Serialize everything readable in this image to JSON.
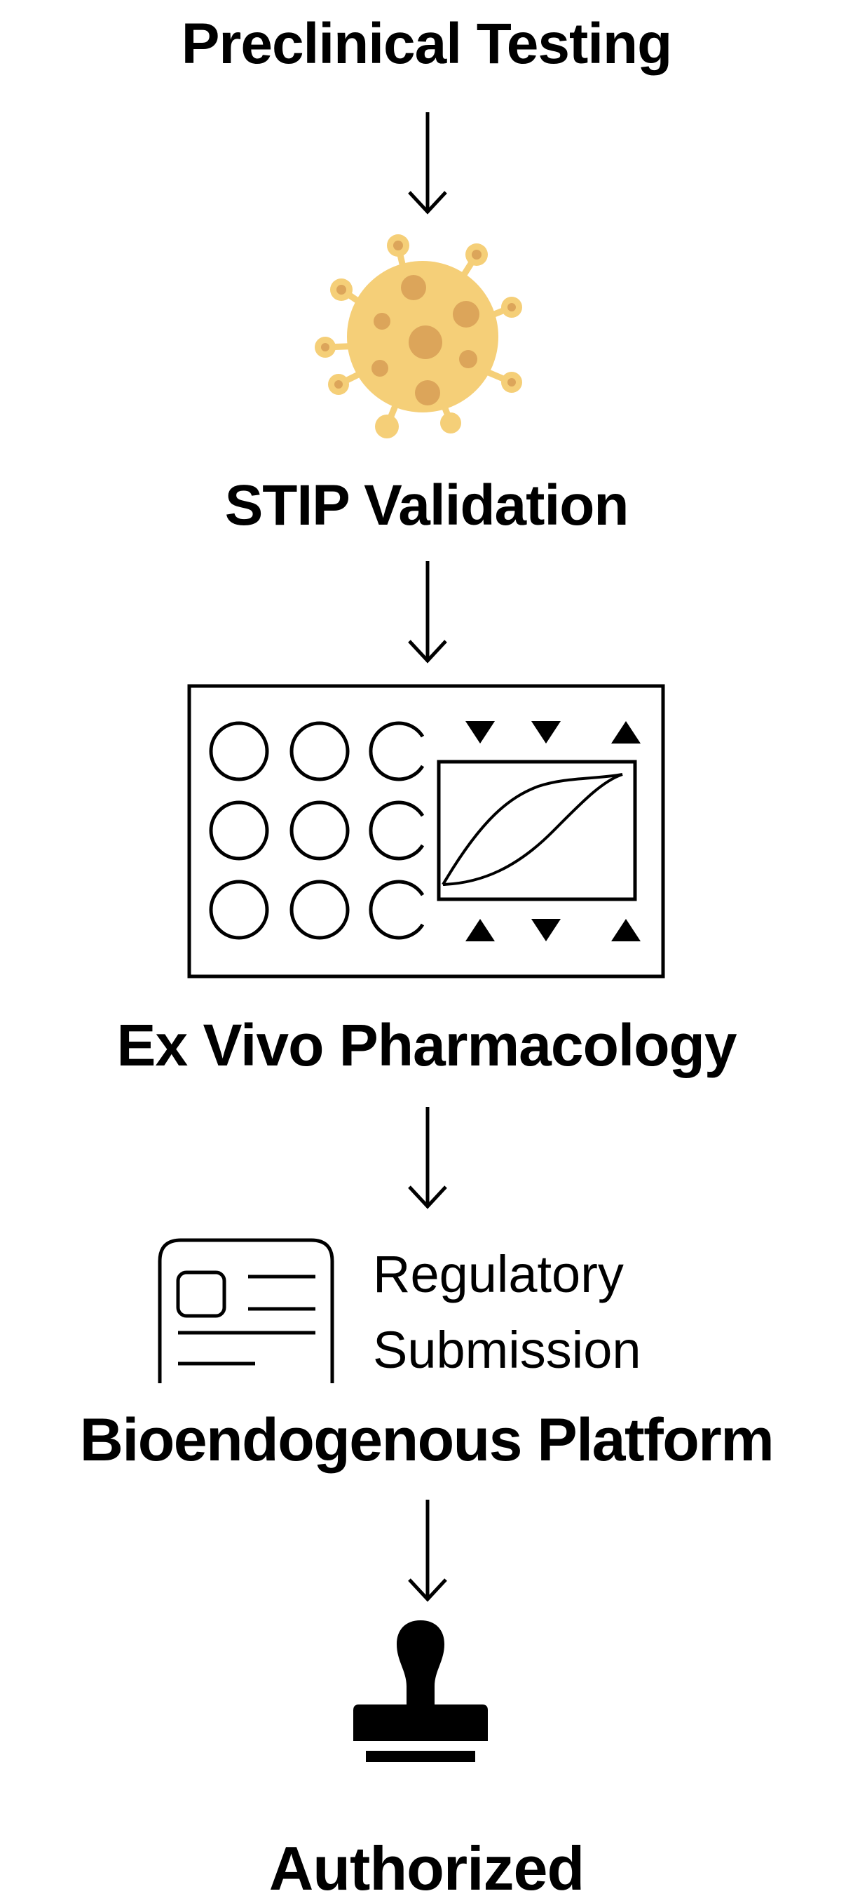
{
  "steps": [
    {
      "label": "Preclinical Testing"
    },
    {
      "label": "STIP Validation",
      "icon": "virus-icon"
    },
    {
      "label": "Ex Vivo Pharmacology",
      "icon": "well-plate-assay-icon"
    },
    {
      "label": "Bioendogenous Platform",
      "icon": "document-icon"
    },
    {
      "label": "Authorized",
      "icon": "stamp-icon"
    }
  ],
  "regulatory": {
    "line1": "Regulatory",
    "line2": "Submission"
  },
  "colors": {
    "ink": "#000000",
    "virus_body": "#f5cf78",
    "virus_spots": "#dca55a",
    "background": "#ffffff"
  }
}
